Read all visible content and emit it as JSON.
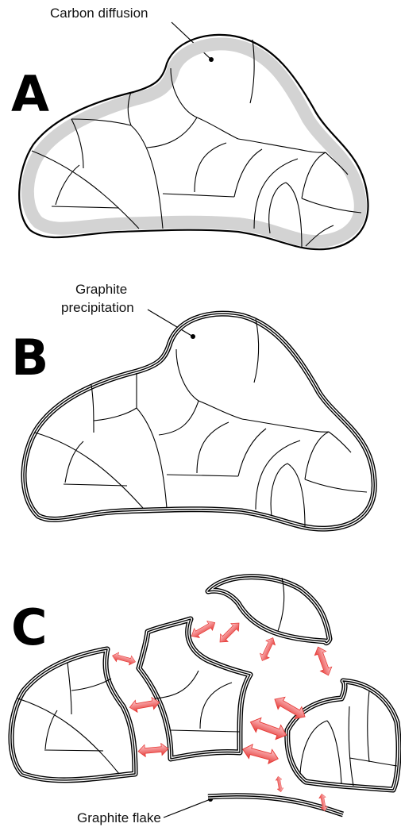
{
  "panels": {
    "a": {
      "letter": "A",
      "callout": "Carbon diffusion"
    },
    "b": {
      "letter": "B",
      "callout_line1": "Graphite",
      "callout_line2": "precipitation"
    },
    "c": {
      "letter": "C",
      "callout": "Graphite flake"
    }
  },
  "colors": {
    "diffusion_zone": "#d3d3d3",
    "arrow_light": "#ffcdd2",
    "arrow_dark": "#e53935",
    "line": "#000000"
  }
}
